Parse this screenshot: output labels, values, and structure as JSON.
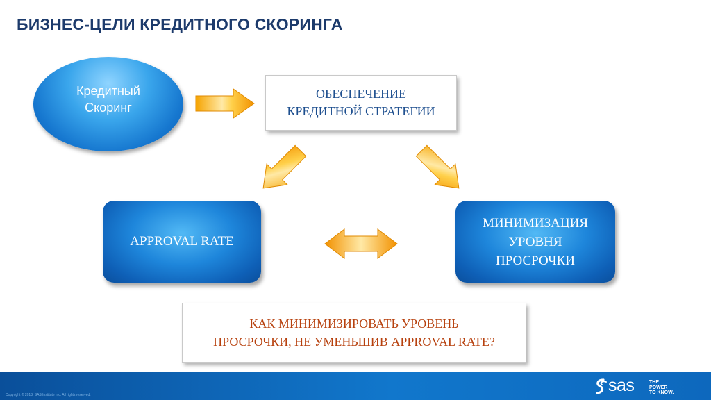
{
  "slide": {
    "title": "БИЗНЕС-ЦЕЛИ КРЕДИТНОГО СКОРИНГА"
  },
  "diagram": {
    "source_node": "Кредитный\nСкоринг",
    "strategy_box": "ОБЕСПЕЧЕНИЕ\nКРЕДИТНОЙ СТРАТЕГИИ",
    "approval_box": "APPROVAL RATE",
    "minimization_box": "МИНИМИЗАЦИЯ\nУРОВНЯ\nПРОСРОЧКИ",
    "question_box": "КАК МИНИМИЗИРОВАТЬ УРОВЕНЬ\nПРОСРОЧКИ, НЕ УМЕНЬШИВ APPROVAL RATE?"
  },
  "footer": {
    "copyright": "Copyright © 2013, SAS Institute Inc. All rights reserved.",
    "logo_word": "sas",
    "logo_tagline": "THE\nPOWER\nTO KNOW."
  },
  "colors": {
    "title": "#1c3a6b",
    "strategy_text": "#1e4f8f",
    "question_text": "#b7410e",
    "arrow_orange": "#f2a900",
    "arrow_light": "#ffe9a6",
    "footer_blue": "#0d68bd"
  },
  "icons": {
    "arrow_right": "arrow-right-icon",
    "arrow_down_left": "arrow-down-left-icon",
    "arrow_down_right": "arrow-down-right-icon",
    "arrow_double": "double-arrow-icon",
    "logo": "sas-logo"
  }
}
